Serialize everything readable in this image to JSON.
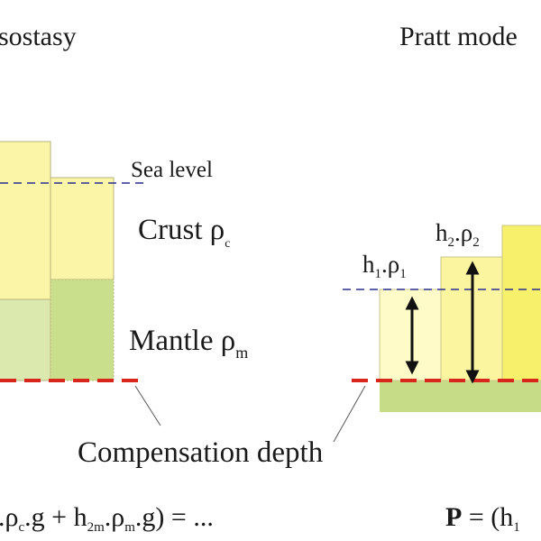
{
  "left_title": "sostasy",
  "right_title": "Pratt mode",
  "labels": {
    "sea_level": "Sea level",
    "crust": "Crust ρ",
    "crust_sub": "c",
    "mantle": "Mantle ρ",
    "mantle_sub": "m",
    "compensation_depth": "Compensation depth"
  },
  "pratt_labels": {
    "h1_rho1": {
      "h": "h",
      "hsub": "1",
      "rho": ".ρ",
      "rsub": "1"
    },
    "h2_rho2": {
      "h": "h",
      "hsub": "2",
      "rho": ".ρ",
      "rsub": "2"
    }
  },
  "formula_left": ".ρ​c.g + h​2m.ρ​m.g) = ...",
  "formula_right": "P = (h​1",
  "colors": {
    "crust_light": "#fefbc4",
    "crust_mid": "#fbf5a0",
    "crust_bright": "#f6f06a",
    "mantle": "#d6e6a8",
    "mantle_base": "#c7dc87",
    "sea_line": "#2a2f8f",
    "compensation_line": "#d9261c",
    "block_outline": "#bdb97a"
  }
}
